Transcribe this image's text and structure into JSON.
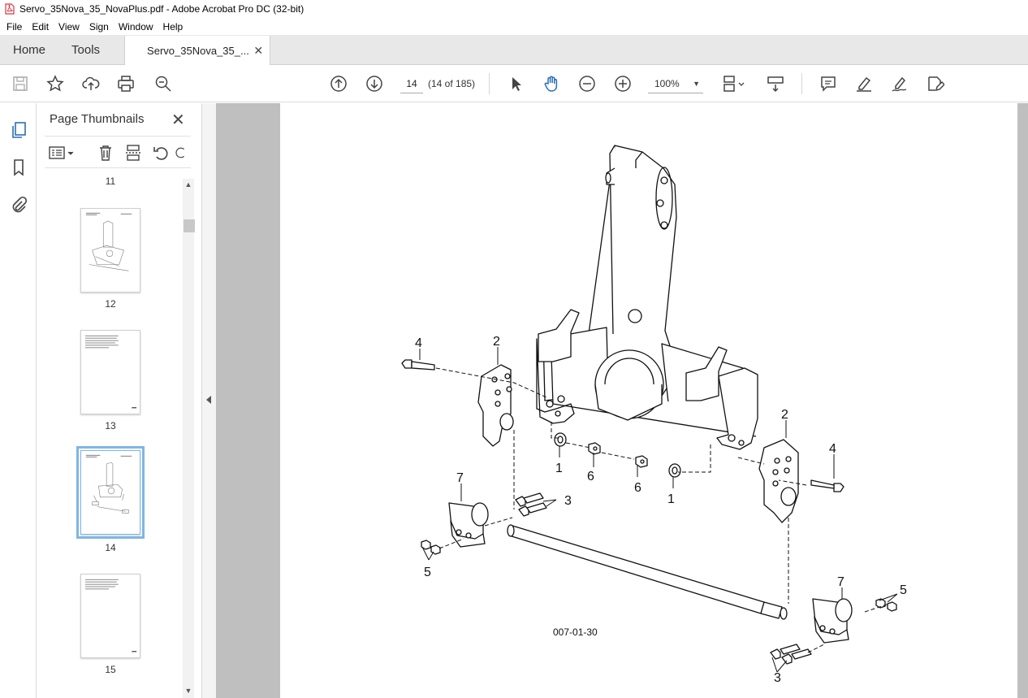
{
  "window": {
    "title": "Servo_35Nova_35_NovaPlus.pdf - Adobe Acrobat Pro DC (32-bit)"
  },
  "menu": {
    "items": [
      "File",
      "Edit",
      "View",
      "Sign",
      "Window",
      "Help"
    ]
  },
  "tabs": {
    "home": "Home",
    "tools": "Tools",
    "document": "Servo_35Nova_35_..."
  },
  "toolbar": {
    "page_number": "14",
    "page_count": "(14 of 185)",
    "zoom": "100%"
  },
  "panel": {
    "title": "Page Thumbnails",
    "thumbnails": [
      {
        "label": "11"
      },
      {
        "label": "12"
      },
      {
        "label": "13"
      },
      {
        "label": "14"
      },
      {
        "label": "15"
      }
    ]
  },
  "drawing": {
    "code": "007-01-30",
    "callouts": [
      "4",
      "2",
      "1",
      "6",
      "6",
      "1",
      "2",
      "4",
      "7",
      "3",
      "5",
      "7",
      "5",
      "3"
    ]
  },
  "colors": {
    "accent": "#2b6fb6",
    "doc_background": "#bfbfbf",
    "tab_bar": "#e8e8e8",
    "selection": "#7eb6e6"
  }
}
